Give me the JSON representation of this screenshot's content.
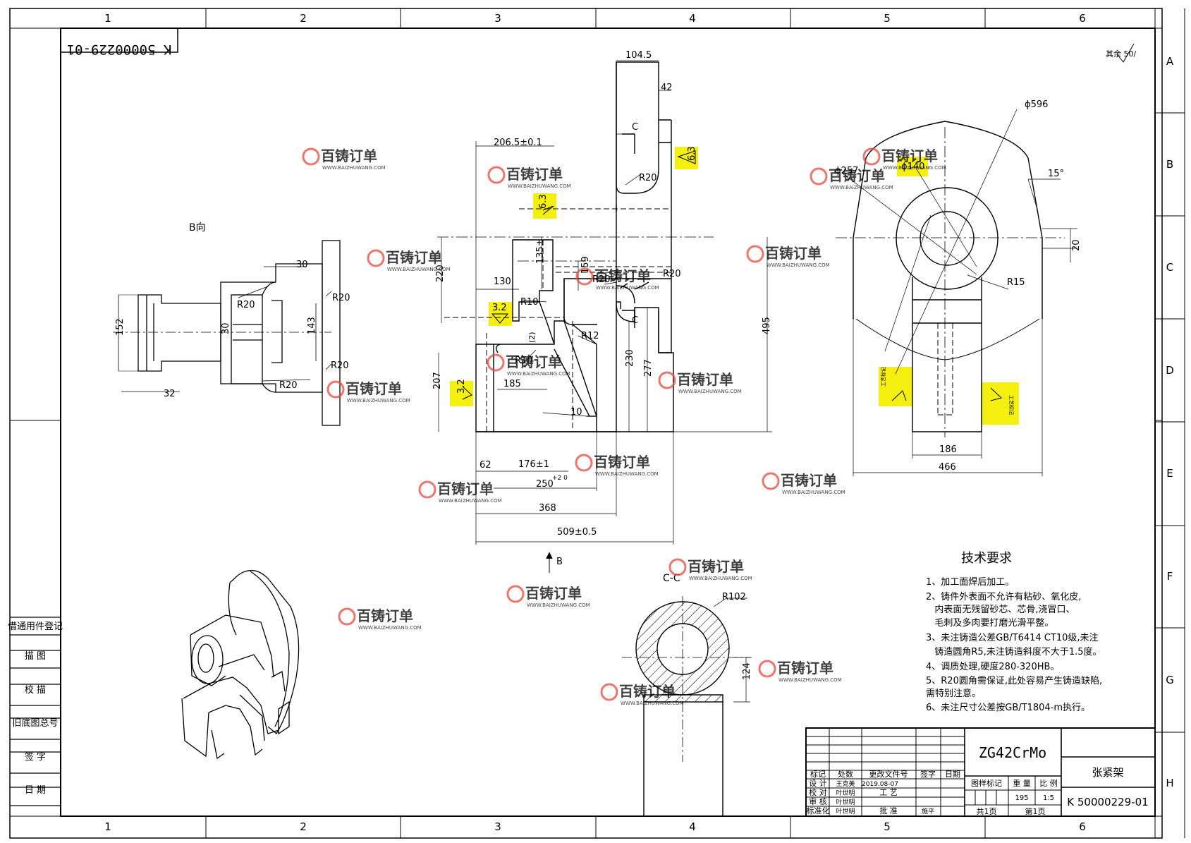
{
  "drawing_number": "K 50000229-01",
  "border": {
    "columns": [
      "1",
      "2",
      "3",
      "4",
      "5",
      "6"
    ],
    "rows": [
      "A",
      "B",
      "C",
      "D",
      "E",
      "F",
      "G",
      "H"
    ]
  },
  "surface_finish_corner": "其余 50/",
  "view_b_label": "B向",
  "view_b_arrow": "B",
  "section_label_c": "C",
  "section_view_label": "C-C",
  "dims_main": {
    "d104": "104.5",
    "d42": "42",
    "d206": "206.5±0.1",
    "r20a": "R20",
    "d220": "220",
    "d135": "135±",
    "d159": "159",
    "d130": "130",
    "r20b": "R20",
    "r20c": "R20",
    "r10a": "R10",
    "r12": "R12",
    "p2": "(2)",
    "r10b": "R10",
    "d185": "185",
    "d207": "207",
    "d230": "230",
    "d277": "277",
    "d495": "495",
    "d10": "10",
    "d62": "62",
    "d176": "176±1",
    "d250": "250",
    "d250tol": "+2 0",
    "d368": "368",
    "d509": "509±0.5"
  },
  "roughness": {
    "r63a": "6.3",
    "r63b": "6.3",
    "r32a": "3.2",
    "r32b": "3.2"
  },
  "dims_left": {
    "d30a": "30",
    "r20a": "R20",
    "r20b": "R20",
    "d152": "152",
    "d30b": "30",
    "d143": "143",
    "r20c": "R20",
    "r20d": "R20",
    "d32": "32"
  },
  "dims_right": {
    "d596": "ϕ596",
    "d257": "ϕ257",
    "d140": "ϕ140",
    "a15": "15°",
    "d20": "20",
    "r15": "R15",
    "d186": "186",
    "d466": "466",
    "mark_l": "工艺标记",
    "mark_r": "工艺标记"
  },
  "dims_section": {
    "r102": "R102",
    "d124": "124"
  },
  "tech": {
    "title": "技术要求",
    "lines": [
      "1、加工面焊后加工。",
      "2、铸件外表面不允许有粘砂、氧化皮,",
      "   内表面无残留砂芯、芯骨,浇冒口、",
      "   毛刺及多肉要打磨光滑平整。",
      "3、未注铸造公差GB/T6414 CT10级,未注",
      "   铸造圆角R5,未注铸造斜度不大于1.5度。",
      "4、调质处理,硬度280-320HB。",
      "5、R20圆角需保证,此处容易产生铸造缺陷,",
      "需特别注意。",
      "6、未注尺寸公差按GB/T1804-m执行。"
    ]
  },
  "left_table": [
    "借通用件登记",
    "描 图",
    "校 描",
    "旧底图总号",
    "签 字",
    "日 期"
  ],
  "title_block": {
    "material": "ZG42CrMo",
    "part_name": "张紧架",
    "number": "K 50000229-01",
    "headers": [
      "标记",
      "处数",
      "更改文件号",
      "签字",
      "日期"
    ],
    "row_labels": [
      "设 计",
      "校 对",
      "审 核",
      "标准化"
    ],
    "names": [
      "王克美",
      "叶世明",
      "叶世明",
      "叶世明"
    ],
    "date": "2019.08-07",
    "process_label": "工 艺",
    "approve_label": "批 准",
    "approver": "施平",
    "stage_label": "图样标记",
    "weight_label": "重 量",
    "scale_label": "比 例",
    "weight": "195",
    "scale": "1:5",
    "sheets_total": "共1页",
    "sheet_current": "第1页"
  },
  "watermark": {
    "brand": "百铸订单",
    "url": "WWW.BAIZHUWANG.COM"
  },
  "colors": {
    "highlight": "#f5ef0f",
    "watermark": "#e8483c",
    "line": "#000000"
  }
}
